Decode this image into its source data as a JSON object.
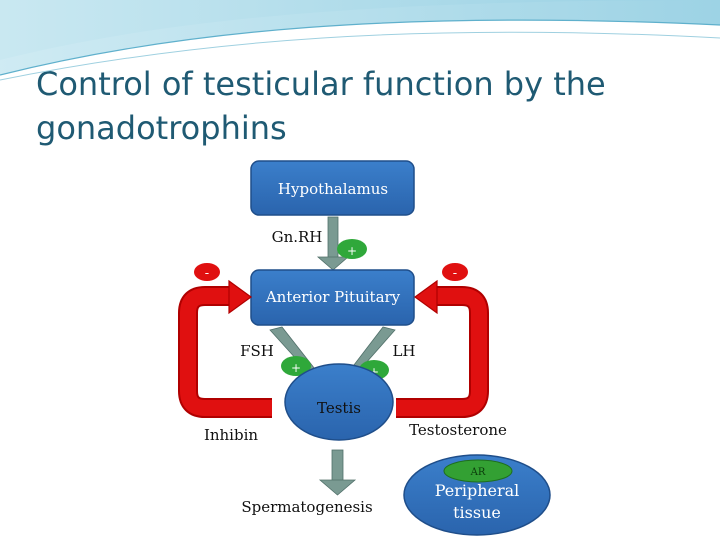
{
  "title": "Control of testicular function by the gonadotrophins",
  "nodes": {
    "hypothalamus": "Hypothalamus",
    "anterior_pituitary": "Anterior Pituitary",
    "testis": "Testis",
    "peripheral_tissue_line1": "Peripheral",
    "peripheral_tissue_line2": "tissue",
    "ar": "AR"
  },
  "labels": {
    "gnrh": "Gn.RH",
    "fsh": "FSH",
    "lh": "LH",
    "inhibin": "Inhibin",
    "testosterone": "Testosterone",
    "spermatogenesis": "Spermatogenesis"
  },
  "signs": {
    "gnrh_plus": "+",
    "fsh_plus": "+",
    "lh_plus": "+",
    "inhibin_minus": "-",
    "testosterone_minus": "-"
  },
  "colors": {
    "node_blue": "#2e6fba",
    "node_border": "#1f4e8a",
    "arrow_green": "#7a9a92",
    "feedback_red": "#e01010",
    "title_teal": "#1f5a73",
    "ar_green": "#33a033"
  }
}
